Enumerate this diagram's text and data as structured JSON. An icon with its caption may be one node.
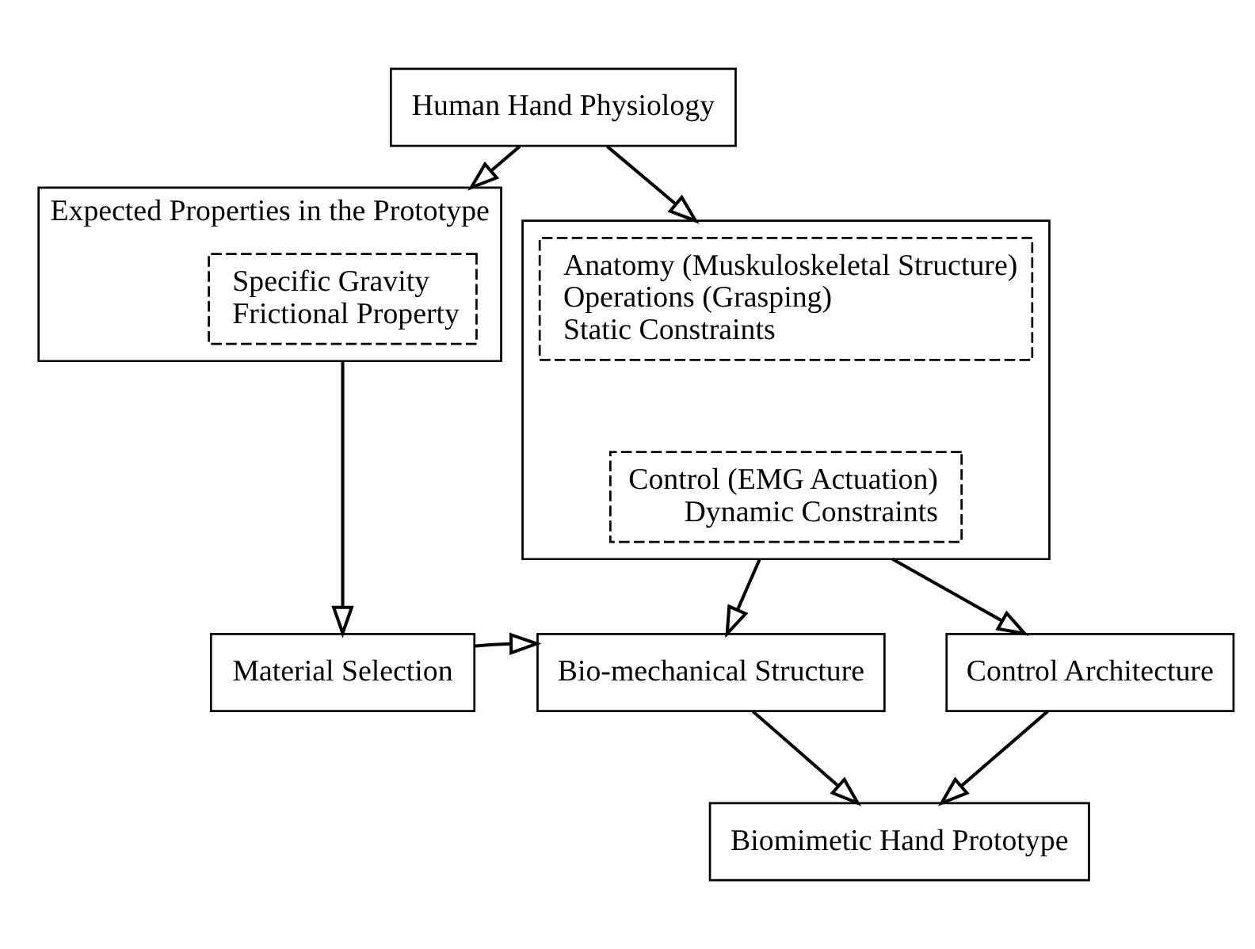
{
  "diagram": {
    "nodes": [
      {
        "text": [
          "Human Hand Physiology"
        ]
      },
      {
        "text": [
          "Expected Properties in the Prototype"
        ]
      },
      {
        "text": [
          "Specific Gravity",
          "Frictional Property"
        ],
        "in": 1
      },
      {
        "text": [],
        "shape": "box"
      },
      {
        "text": [
          "Anatomy (Muskuloskeletal Structure)",
          "Operations (Grasping)",
          "Static Constraints"
        ],
        "in": 3
      },
      {
        "text": [
          "Control (EMG Actuation)",
          "Dynamic Constraints"
        ],
        "in": 3
      },
      {
        "text": [
          "Material Selection"
        ]
      },
      {
        "text": [
          "Bio-mechanical Structure"
        ]
      },
      {
        "text": [
          "Control Architecture"
        ]
      },
      {
        "text": [
          "Biomimetic Hand Prototype"
        ]
      }
    ],
    "edges": [
      {
        "from": 0,
        "to": 1,
        "arrow": "to"
      },
      {
        "from": 0,
        "to": 3,
        "arrow": "to"
      },
      {
        "from": 1,
        "to": 6,
        "arrow": "to"
      },
      {
        "from": 6,
        "to": 7,
        "arrow": "to"
      },
      {
        "from": 3,
        "to": 7,
        "arrow": "to"
      },
      {
        "from": 3,
        "to": 8,
        "arrow": "to"
      },
      {
        "from": 7,
        "to": 9,
        "arrow": "to"
      },
      {
        "from": 8,
        "to": 9,
        "arrow": "to"
      }
    ]
  }
}
